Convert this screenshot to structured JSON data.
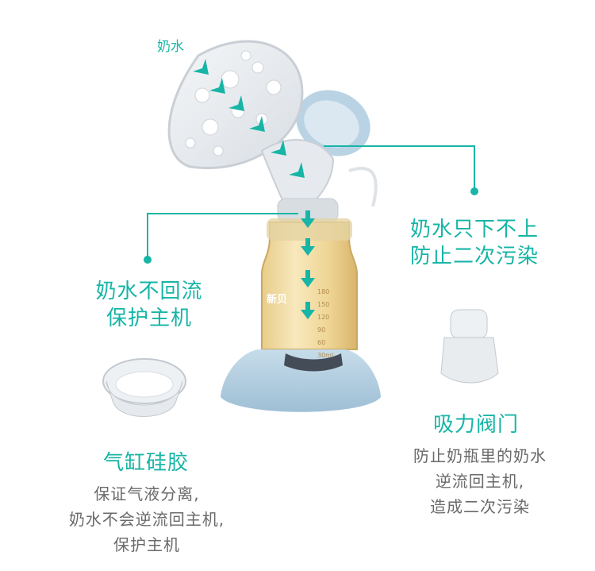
{
  "flow_label": "奶水",
  "callout_right": {
    "line1": "奶水只下不上",
    "line2": "防止二次污染"
  },
  "callout_left": {
    "line1": "奶水不回流",
    "line2": "保护主机"
  },
  "bottle_brand": "新贝",
  "bottle_marks": [
    "180",
    "150",
    "120",
    "90",
    "60",
    "30ml"
  ],
  "part_left": {
    "title": "气缸硅胶",
    "desc": [
      "保证气液分离,",
      "奶水不会逆流回主机,",
      "保护主机"
    ]
  },
  "part_right": {
    "title": "吸力阀门",
    "desc": [
      "防止奶瓶里的奶水",
      "逆流回主机,",
      "造成二次污染"
    ]
  },
  "colors": {
    "accent": "#16b5a6",
    "body_text": "#6a6a6a",
    "pump_blue": "#b9d3e4"
  }
}
